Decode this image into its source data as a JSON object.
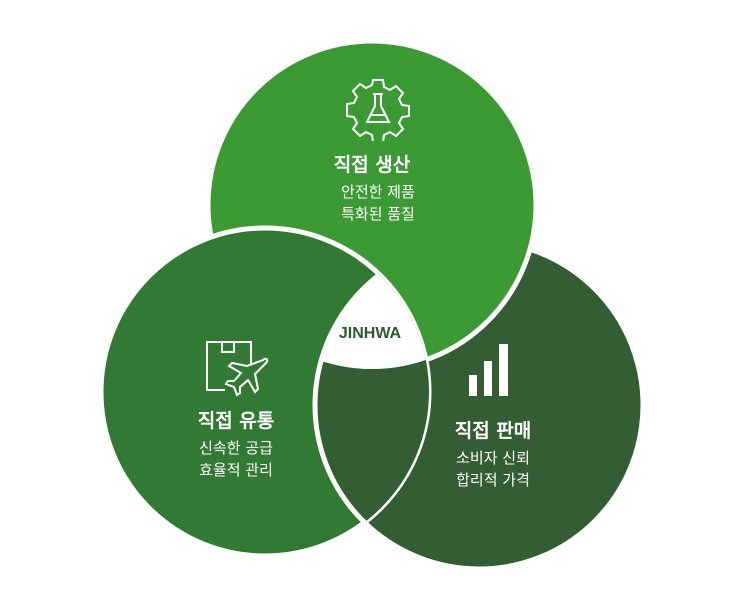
{
  "center_label": "JINHWA",
  "colors": {
    "production": "#3c9a35",
    "distribution": "#327a33",
    "sales": "#335e33",
    "center_text": "#2c5a2c"
  },
  "circles": [
    {
      "id": "production",
      "title": "직접 생산",
      "lines": [
        "안전한 제품",
        "특화된 품질"
      ],
      "icon": "gear-flask-icon"
    },
    {
      "id": "distribution",
      "title": "직접 유통",
      "lines": [
        "신속한 공급",
        "효율적 관리"
      ],
      "icon": "box-airplane-icon"
    },
    {
      "id": "sales",
      "title": "직접 판매",
      "lines": [
        "소비자 신뢰",
        "합리적 가격"
      ],
      "icon": "bar-chart-icon"
    }
  ]
}
